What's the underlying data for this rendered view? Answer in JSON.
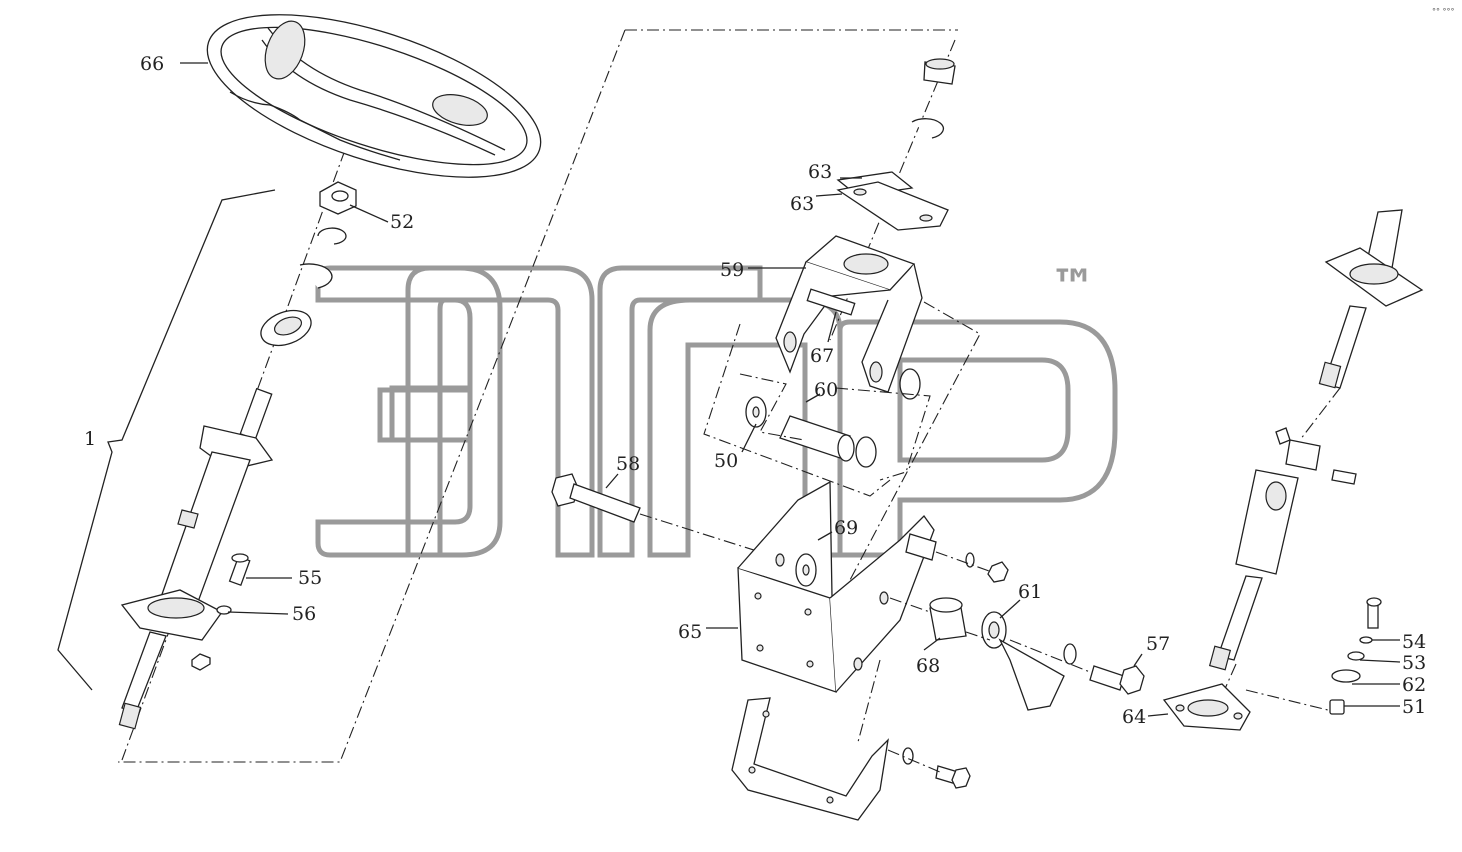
{
  "diagram": {
    "type": "exploded parts diagram",
    "part_labels": [
      {
        "id": "lbl-1",
        "text": "1"
      },
      {
        "id": "lbl-66",
        "text": "66"
      },
      {
        "id": "lbl-52",
        "text": "52"
      },
      {
        "id": "lbl-55",
        "text": "55"
      },
      {
        "id": "lbl-56",
        "text": "56"
      },
      {
        "id": "lbl-63a",
        "text": "63"
      },
      {
        "id": "lbl-63b",
        "text": "63"
      },
      {
        "id": "lbl-59",
        "text": "59"
      },
      {
        "id": "lbl-67",
        "text": "67"
      },
      {
        "id": "lbl-60",
        "text": "60"
      },
      {
        "id": "lbl-50",
        "text": "50"
      },
      {
        "id": "lbl-58",
        "text": "58"
      },
      {
        "id": "lbl-69",
        "text": "69"
      },
      {
        "id": "lbl-65",
        "text": "65"
      },
      {
        "id": "lbl-61",
        "text": "61"
      },
      {
        "id": "lbl-68",
        "text": "68"
      },
      {
        "id": "lbl-57",
        "text": "57"
      },
      {
        "id": "lbl-54",
        "text": "54"
      },
      {
        "id": "lbl-53",
        "text": "53"
      },
      {
        "id": "lbl-62",
        "text": "62"
      },
      {
        "id": "lbl-51",
        "text": "51"
      },
      {
        "id": "lbl-64",
        "text": "64"
      }
    ],
    "watermark": {
      "trademark": "™"
    },
    "corner_mark": "°° °°°"
  }
}
